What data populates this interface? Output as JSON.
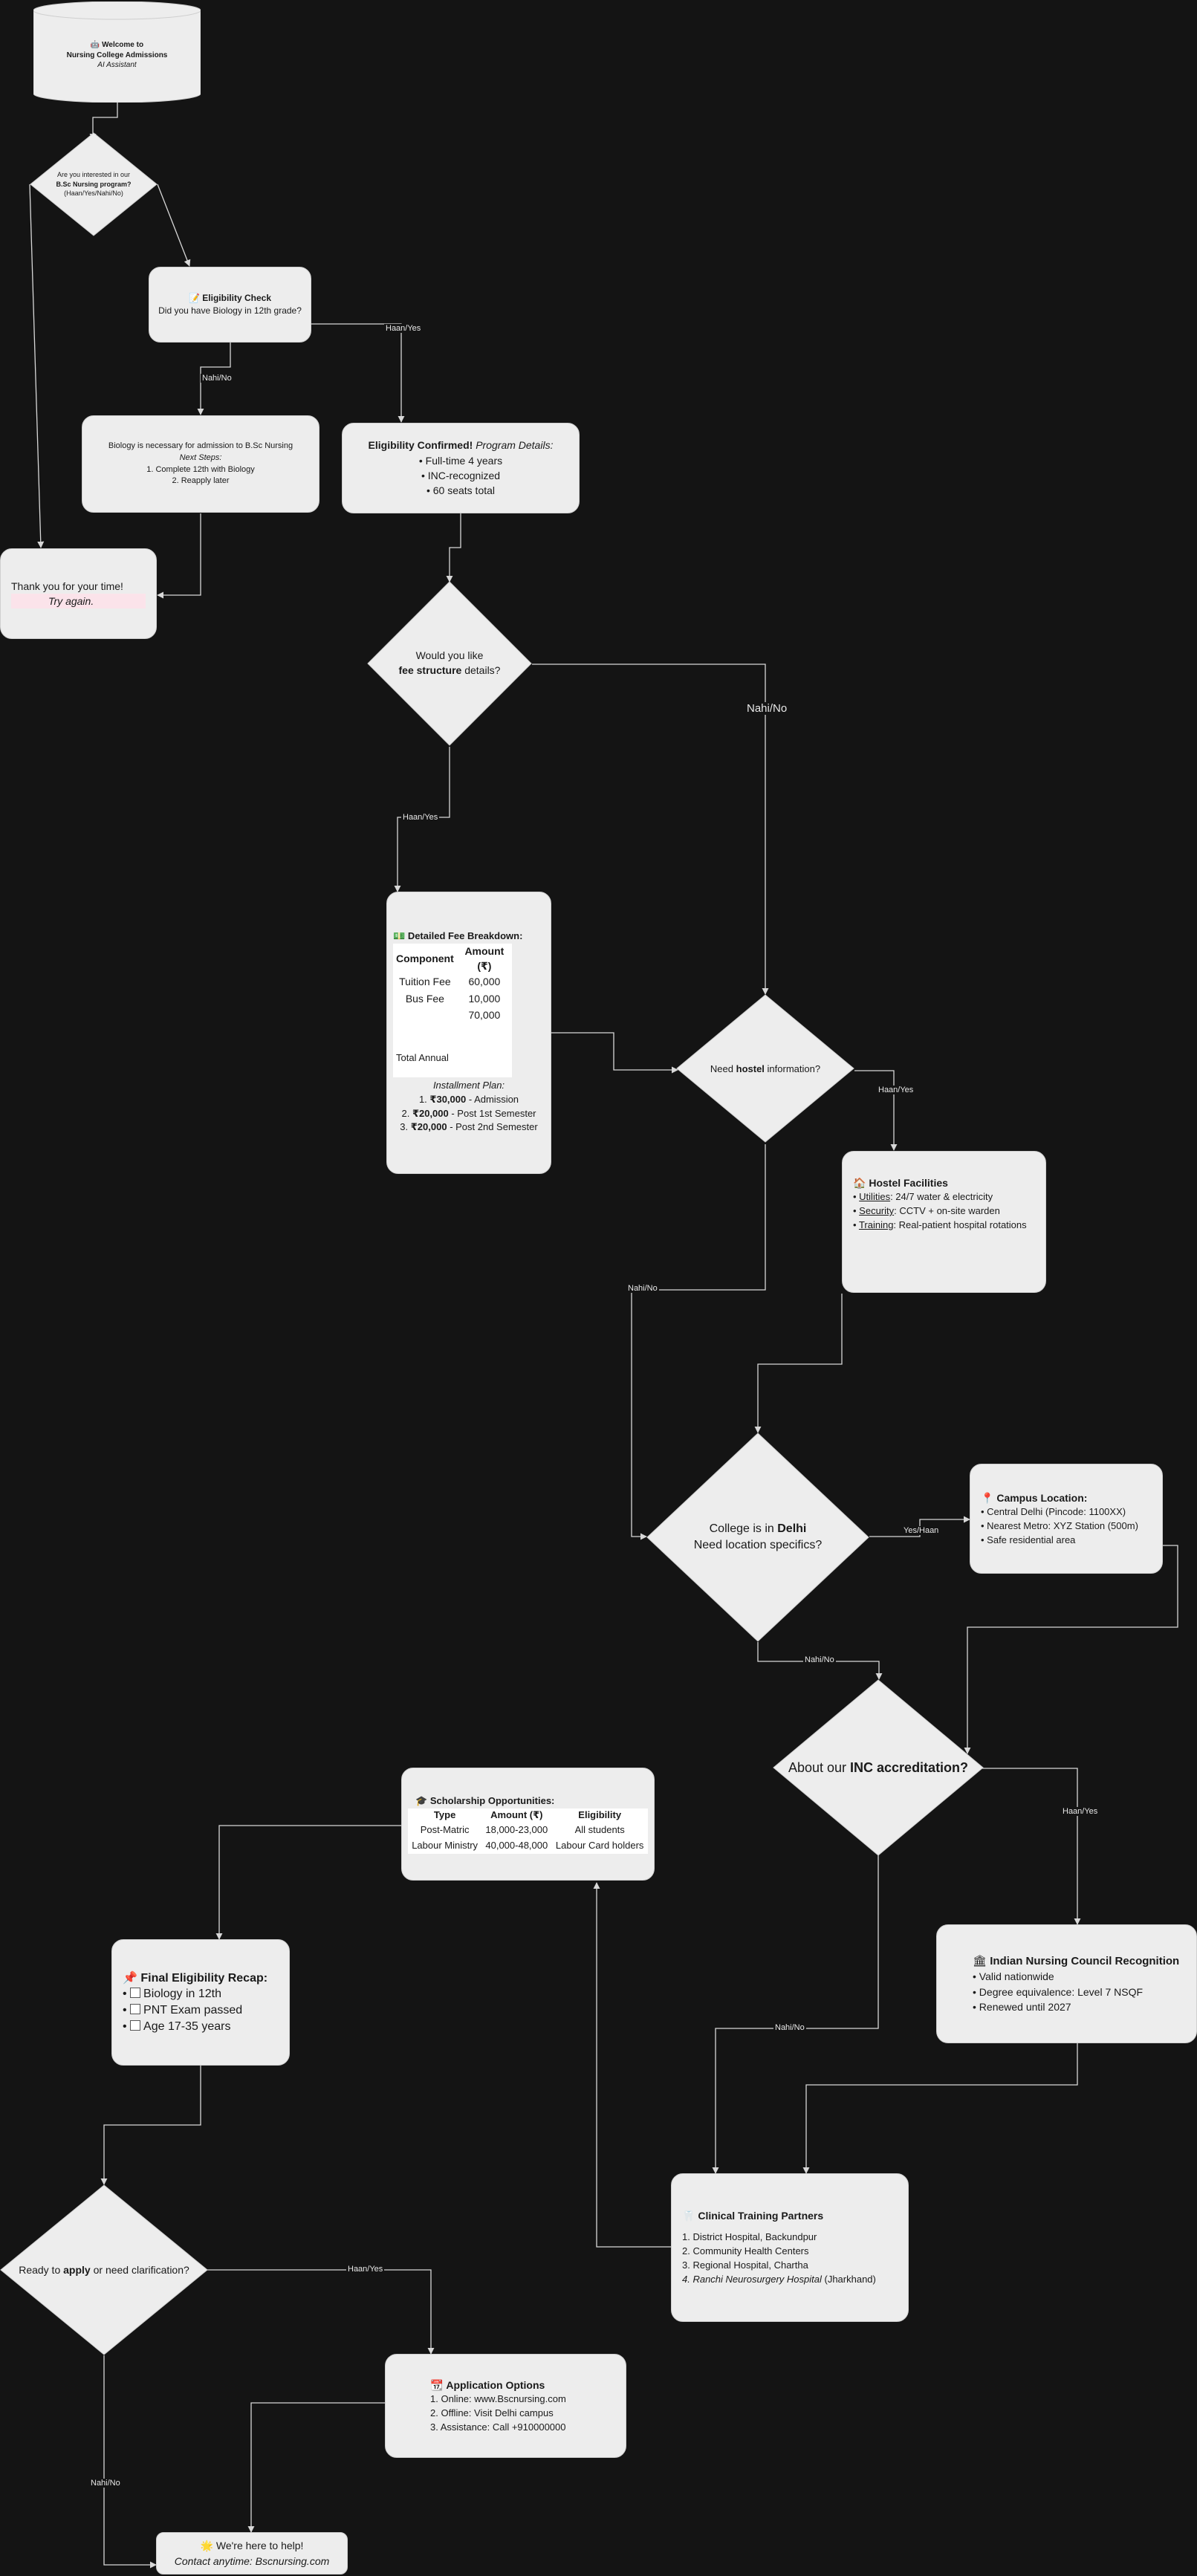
{
  "start": {
    "icon": "robot-icon",
    "line1": "Welcome to",
    "line2": "Nursing College Admissions",
    "line3": "AI Assistant"
  },
  "q_interest": {
    "line1": "Are you interested in our",
    "line2": "B.Sc Nursing program?",
    "line3": "(Haan/Yes/Nahi/No)"
  },
  "eligibility_check": {
    "icon": "clipboard-icon",
    "title": "Eligibility Check",
    "text": "Did you have Biology in 12th grade?"
  },
  "not_eligible": {
    "line1": "Biology is necessary for admission to B.Sc Nursing",
    "line2": "Next Steps:",
    "line3": "1. Complete 12th with Biology",
    "line4": "2. Reapply later"
  },
  "eligible": {
    "title": "Eligibility Confirmed!",
    "subtitle": "Program Details:",
    "items": [
      "• Full-time 4 years",
      "• INC-recognized",
      "• 60 seats total"
    ]
  },
  "thanks": {
    "line1": "Thank you for your time!",
    "line2": "Try again."
  },
  "q_fee": {
    "line1": "Would you like",
    "line2_bold": "fee structure",
    "line2_rest": " details?"
  },
  "fee": {
    "icon": "money-icon",
    "title": "Detailed Fee Breakdown:",
    "col1": "Component",
    "col2": "Amount (₹)",
    "rows": [
      [
        "Tuition Fee",
        "60,000"
      ],
      [
        "Bus Fee",
        "10,000"
      ],
      [
        "",
        "70,000"
      ]
    ],
    "total_label": "Total Annual",
    "plan_title": "Installment Plan:",
    "plan": [
      [
        "1. ",
        "₹30,000",
        " - Admission"
      ],
      [
        "2. ",
        "₹20,000",
        " - Post 1st Semester"
      ],
      [
        "3. ",
        "₹20,000",
        " - Post 2nd Semester"
      ]
    ]
  },
  "q_hostel": {
    "pre": "Need ",
    "bold": "hostel",
    "post": " information?"
  },
  "hostel": {
    "icon": "house-icon",
    "title": "Hostel Facilities",
    "items": [
      [
        "Utilities",
        ": 24/7 water & electricity"
      ],
      [
        "Security",
        ": CCTV + on-site warden"
      ],
      [
        "Training",
        ": Real-patient hospital rotations"
      ]
    ]
  },
  "q_location": {
    "pre": "College is in ",
    "bold": "Delhi",
    "line2": "Need location specifics?"
  },
  "campus": {
    "icon": "pin-icon",
    "title": "Campus Location:",
    "items": [
      "• Central Delhi (Pincode: 1100XX)",
      "• Nearest Metro: XYZ Station (500m)",
      "• Safe residential area"
    ]
  },
  "q_inc": {
    "pre": "About our ",
    "bold": "INC accreditation?"
  },
  "inc": {
    "icon": "building-icon",
    "title": "Indian Nursing Council Recognition",
    "items": [
      "• Valid nationwide",
      "• Degree equivalence: Level 7 NSQF",
      "• Renewed until 2027"
    ]
  },
  "clinical": {
    "icon": "tooth-icon",
    "title": "Clinical Training Partners",
    "items": [
      "1. District Hospital, Backundpur",
      "2. Community Health Centers",
      "3. Regional Hospital, Chartha"
    ],
    "item4_italic": "4. Ranchi Neurosurgery Hospital",
    "item4_rest": " (Jharkhand)"
  },
  "scholarship": {
    "icon": "grad-cap-icon",
    "title": "Scholarship Opportunities:",
    "headers": [
      "Type",
      "Amount (₹)",
      "Eligibility"
    ],
    "rows": [
      [
        "Post-Matric",
        "18,000-23,000",
        "All students"
      ],
      [
        "Labour Ministry",
        "40,000-48,000",
        "Labour Card holders"
      ]
    ]
  },
  "recap": {
    "icon": "pushpin-icon",
    "title": "Final Eligibility Recap:",
    "items": [
      "Biology in 12th",
      "PNT Exam passed",
      "Age 17-35 years"
    ]
  },
  "q_apply": {
    "pre": "Ready to ",
    "bold": "apply",
    "post": " or need clarification?"
  },
  "apply": {
    "icon": "calendar-icon",
    "title": "Application Options",
    "items": [
      "1. Online: www.Bscnursing.com",
      "2. Offline: Visit Delhi campus",
      "3. Assistance: Call +910000000"
    ]
  },
  "help": {
    "icon": "star-icon",
    "line1": "We're here to help!",
    "line2": "Contact anytime: Bscnursing.com"
  },
  "edge_labels": {
    "haan_yes": "Haan/Yes",
    "nahi_no": "Nahi/No",
    "yes_haan": "Yes/Haan",
    "nahi_no_big": "Nahi/No"
  },
  "colors": {
    "background": "#141414",
    "node": "#ededed",
    "edge": "#d8d8d8"
  }
}
